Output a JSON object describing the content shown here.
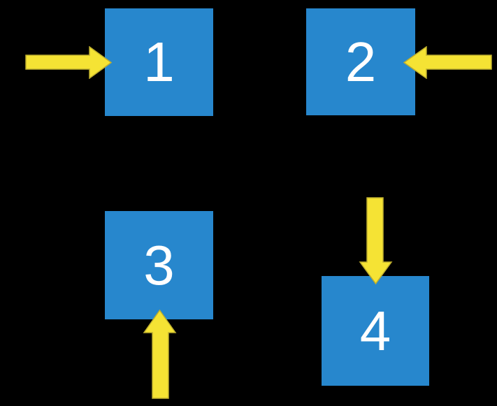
{
  "diagram": {
    "boxes": [
      {
        "label": "1",
        "arrow": "from-left"
      },
      {
        "label": "2",
        "arrow": "from-right"
      },
      {
        "label": "3",
        "arrow": "from-below"
      },
      {
        "label": "4",
        "arrow": "from-above"
      }
    ]
  },
  "colors": {
    "background": "#000000",
    "box-fill": "#2787CD",
    "box-label": "#FFFFFF",
    "arrow-fill": "#F5E334",
    "arrow-stroke": "#BFAF2E"
  }
}
